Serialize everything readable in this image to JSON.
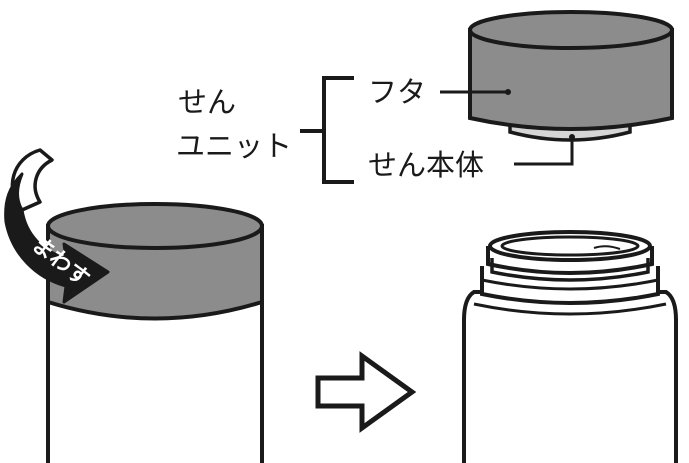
{
  "labels": {
    "unit_line1": "せん",
    "unit_line2": "ユニット",
    "lid": "フタ",
    "plug_body": "せん本体",
    "rotate": "まわす"
  },
  "colors": {
    "cap_gray": "#8c8c8c",
    "plug_light": "#d6d6d6",
    "outline": "#1a1a1a",
    "background": "#ffffff"
  },
  "icons": {
    "rotate_arrow": "curved-arrow-icon",
    "next_arrow": "right-arrow-icon"
  }
}
